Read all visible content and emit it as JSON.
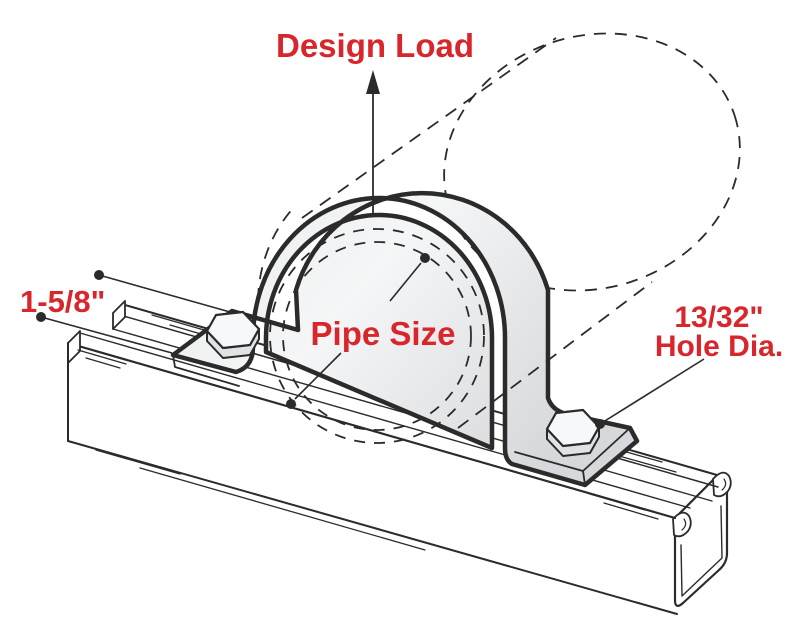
{
  "diagram": {
    "title": "Pipe strap on strut channel - dimensioned illustration",
    "labels": {
      "design_load": "Design Load",
      "pipe_size": "Pipe Size",
      "channel_width": "1-5/8\"",
      "hole_dia_line1": "13/32\"",
      "hole_dia_line2": "Hole Dia."
    },
    "colors": {
      "callout_red": "#d9252c",
      "line_black": "#2b2b2b",
      "metal_light": "#f4f5f6",
      "metal_mid": "#e7e8ea",
      "metal_dark": "#d5d7da",
      "background": "#ffffff"
    }
  }
}
